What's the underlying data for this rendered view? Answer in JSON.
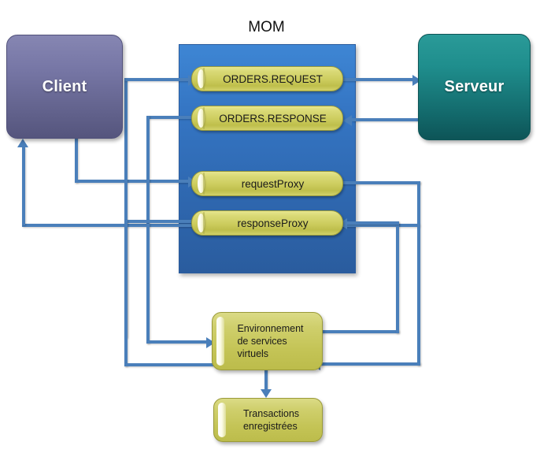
{
  "diagram": {
    "title_mom": "MOM",
    "actors": {
      "client": "Client",
      "serveur": "Serveur"
    },
    "queues": [
      {
        "id": "orders-request",
        "label": "ORDERS.REQUEST"
      },
      {
        "id": "orders-response",
        "label": "ORDERS.RESPONSE"
      },
      {
        "id": "request-proxy",
        "label": "requestProxy"
      },
      {
        "id": "response-proxy",
        "label": "responseProxy"
      }
    ],
    "processes": {
      "environment_line1": "Environnement",
      "environment_line2": "de services",
      "environment_line3": "virtuels",
      "transactions_line1": "Transactions",
      "transactions_line2": "enregistrées"
    },
    "colors": {
      "mom_blue_top": "#3E86D4",
      "mom_blue_bottom": "#2A5C9E",
      "client_purple_top": "#8686B2",
      "client_purple_bottom": "#55557D",
      "serveur_teal_top": "#2A9A98",
      "serveur_teal_bottom": "#0D5457",
      "queue_olive": "#CCCC5D",
      "process_olive": "#C4C456",
      "connector_blue": "#4A7FBA",
      "background": "#FFFFFF"
    }
  }
}
